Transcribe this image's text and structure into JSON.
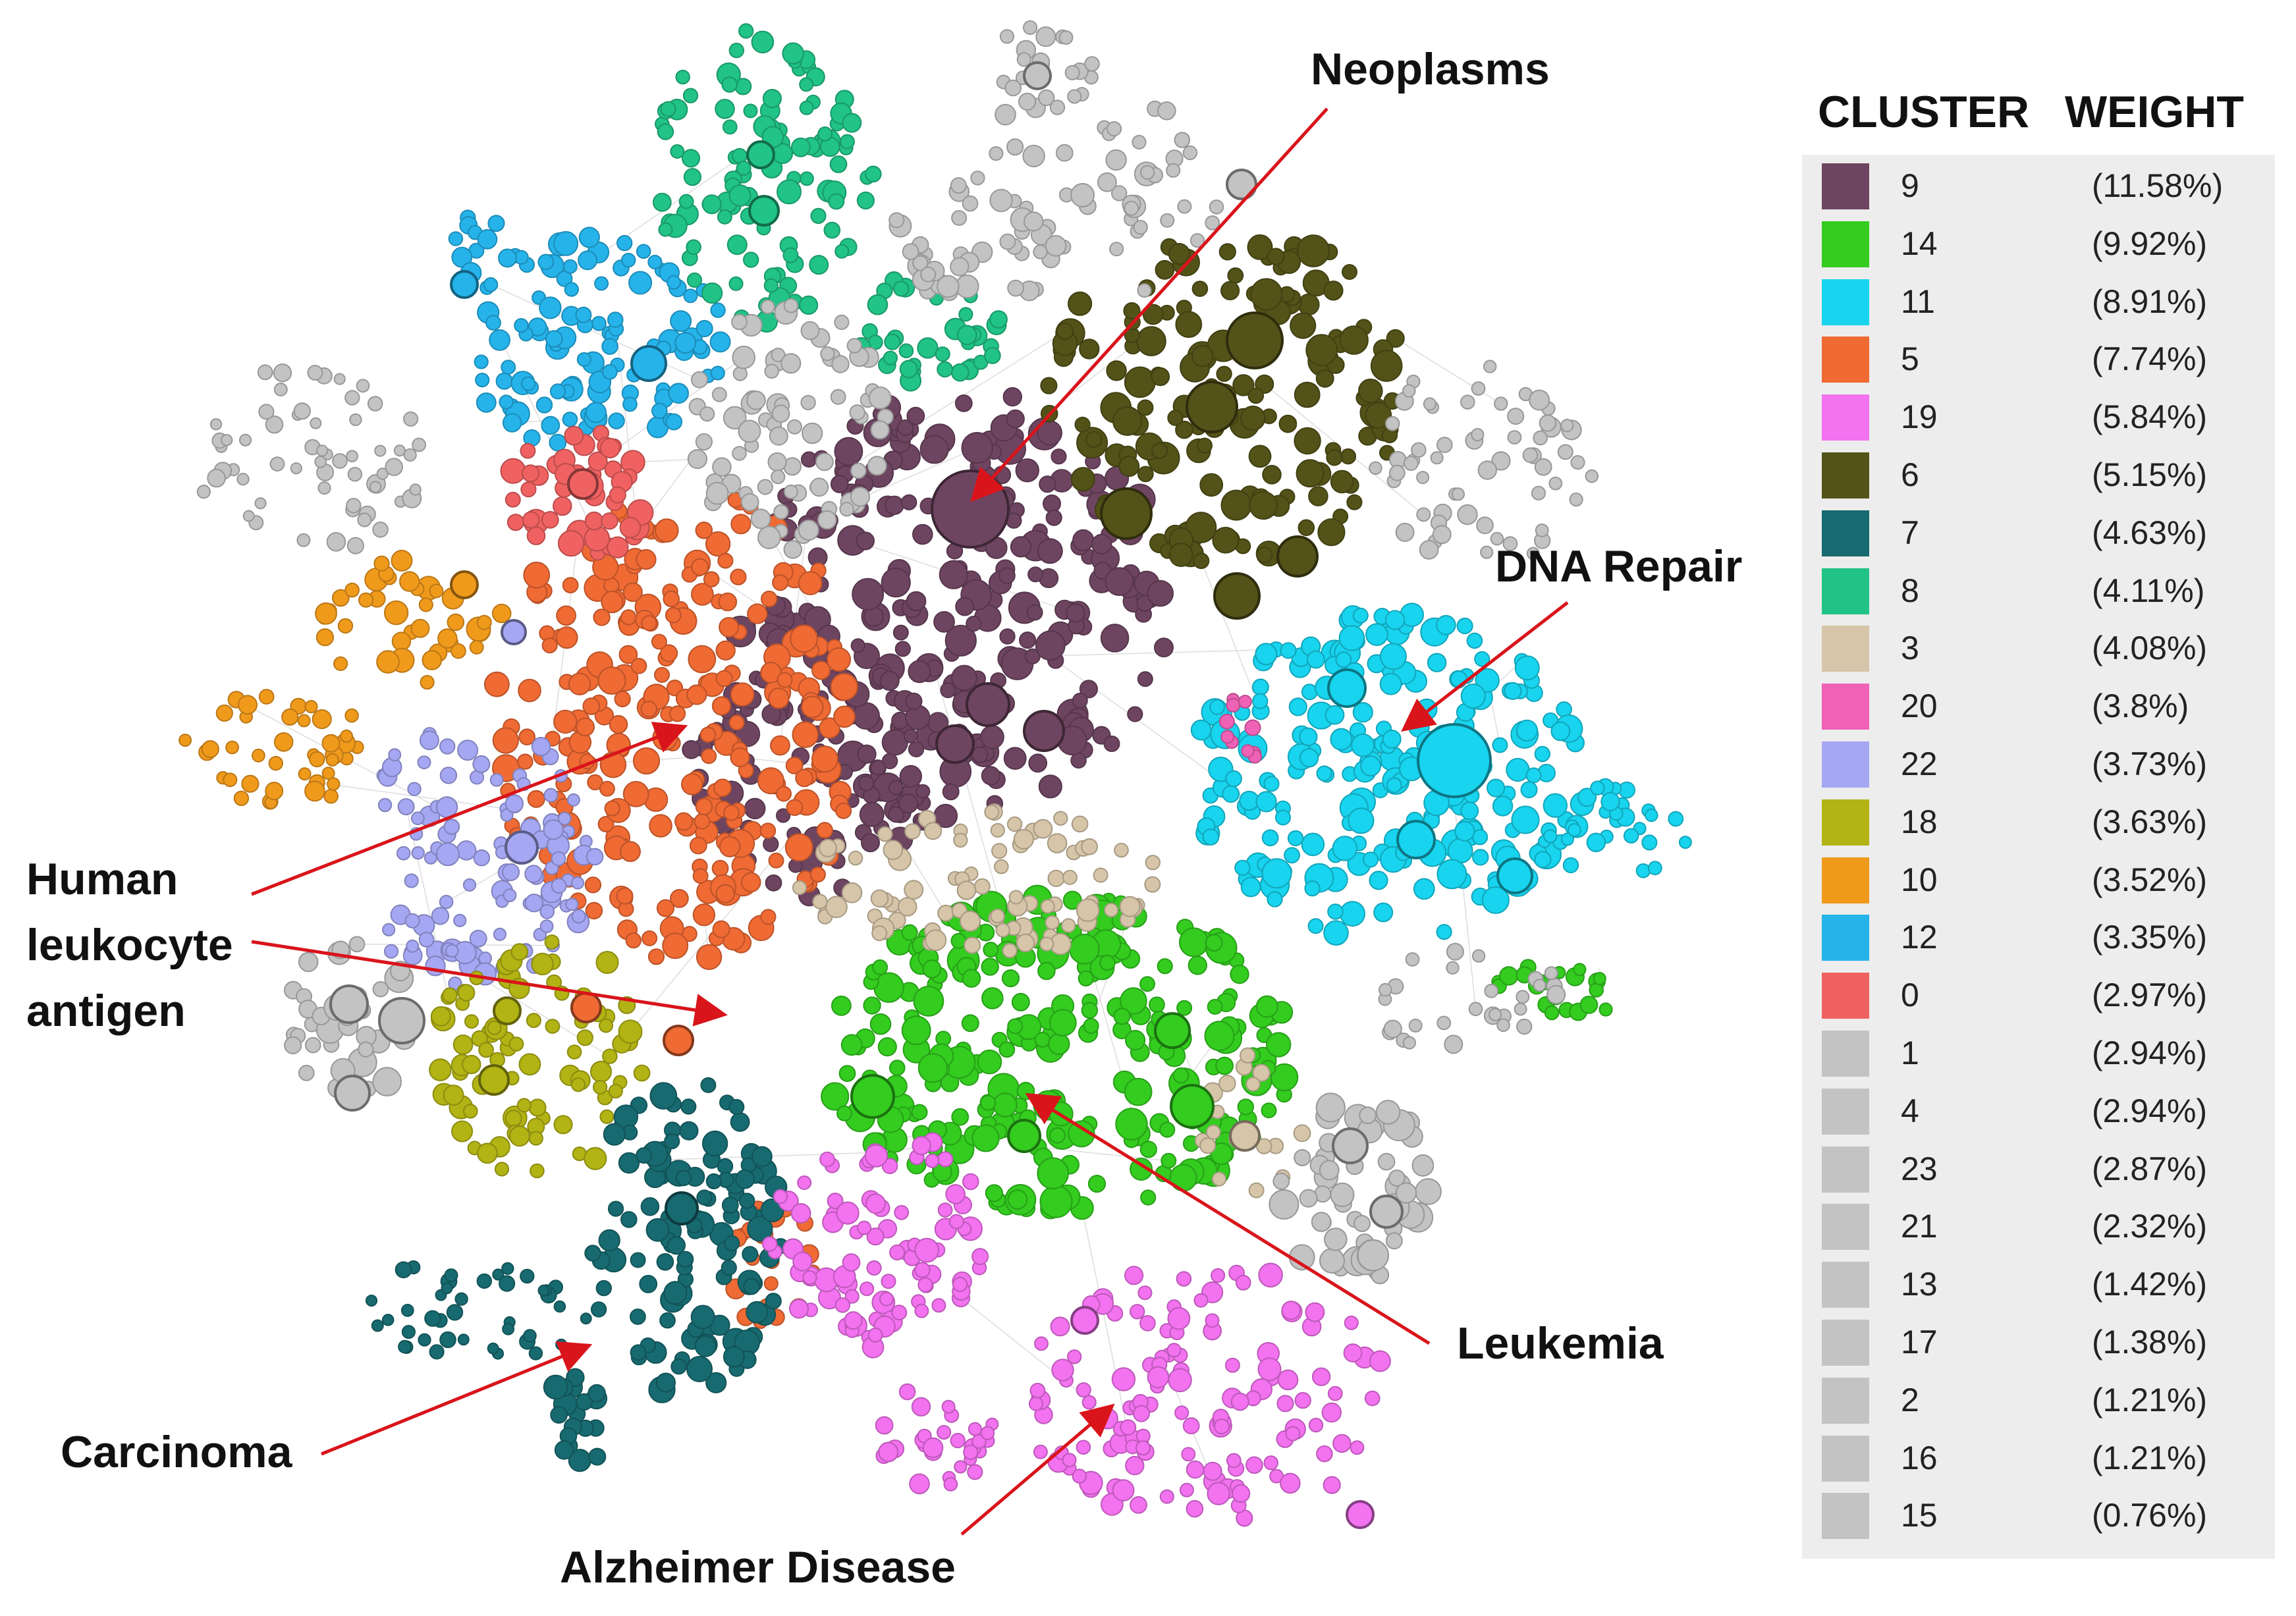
{
  "labels": {
    "neoplasms": "Neoplasms",
    "dna_repair": "DNA Repair",
    "human_line1": "Human",
    "human_line2": "leukocyte",
    "human_line3": "antigen",
    "leukemia": "Leukemia",
    "carcinoma": "Carcinoma",
    "alzheimer": "Alzheimer Disease"
  },
  "legend": {
    "cluster_header": "CLUSTER",
    "weight_header": "WEIGHT",
    "rows": [
      {
        "cluster": "9",
        "weight": "(11.58%)",
        "color": "#6e4561"
      },
      {
        "cluster": "14",
        "weight": "(9.92%)",
        "color": "#33cc1f"
      },
      {
        "cluster": "11",
        "weight": "(8.91%)",
        "color": "#18d4ee"
      },
      {
        "cluster": "5",
        "weight": "(7.74%)",
        "color": "#f06a34"
      },
      {
        "cluster": "19",
        "weight": "(5.84%)",
        "color": "#f272ef"
      },
      {
        "cluster": "6",
        "weight": "(5.15%)",
        "color": "#535218"
      },
      {
        "cluster": "7",
        "weight": "(4.63%)",
        "color": "#176a70"
      },
      {
        "cluster": "8",
        "weight": "(4.11%)",
        "color": "#21c386"
      },
      {
        "cluster": "3",
        "weight": "(4.08%)",
        "color": "#d6c5a8"
      },
      {
        "cluster": "20",
        "weight": "(3.8%)",
        "color": "#ef62b6"
      },
      {
        "cluster": "22",
        "weight": "(3.73%)",
        "color": "#a5a7f2"
      },
      {
        "cluster": "18",
        "weight": "(3.63%)",
        "color": "#b2b314"
      },
      {
        "cluster": "10",
        "weight": "(3.52%)",
        "color": "#f09a1c"
      },
      {
        "cluster": "12",
        "weight": "(3.35%)",
        "color": "#25b3ea"
      },
      {
        "cluster": "0",
        "weight": "(2.97%)",
        "color": "#f06262"
      },
      {
        "cluster": "1",
        "weight": "(2.94%)",
        "color": "#c3c3c3"
      },
      {
        "cluster": "4",
        "weight": "(2.94%)",
        "color": "#c3c3c3"
      },
      {
        "cluster": "23",
        "weight": "(2.87%)",
        "color": "#c3c3c3"
      },
      {
        "cluster": "21",
        "weight": "(2.32%)",
        "color": "#c3c3c3"
      },
      {
        "cluster": "13",
        "weight": "(1.42%)",
        "color": "#c3c3c3"
      },
      {
        "cluster": "17",
        "weight": "(1.38%)",
        "color": "#c3c3c3"
      },
      {
        "cluster": "2",
        "weight": "(1.21%)",
        "color": "#c3c3c3"
      },
      {
        "cluster": "16",
        "weight": "(1.21%)",
        "color": "#c3c3c3"
      },
      {
        "cluster": "15",
        "weight": "(0.76%)",
        "color": "#c3c3c3"
      }
    ]
  },
  "arrow_color": "#d9141b"
}
